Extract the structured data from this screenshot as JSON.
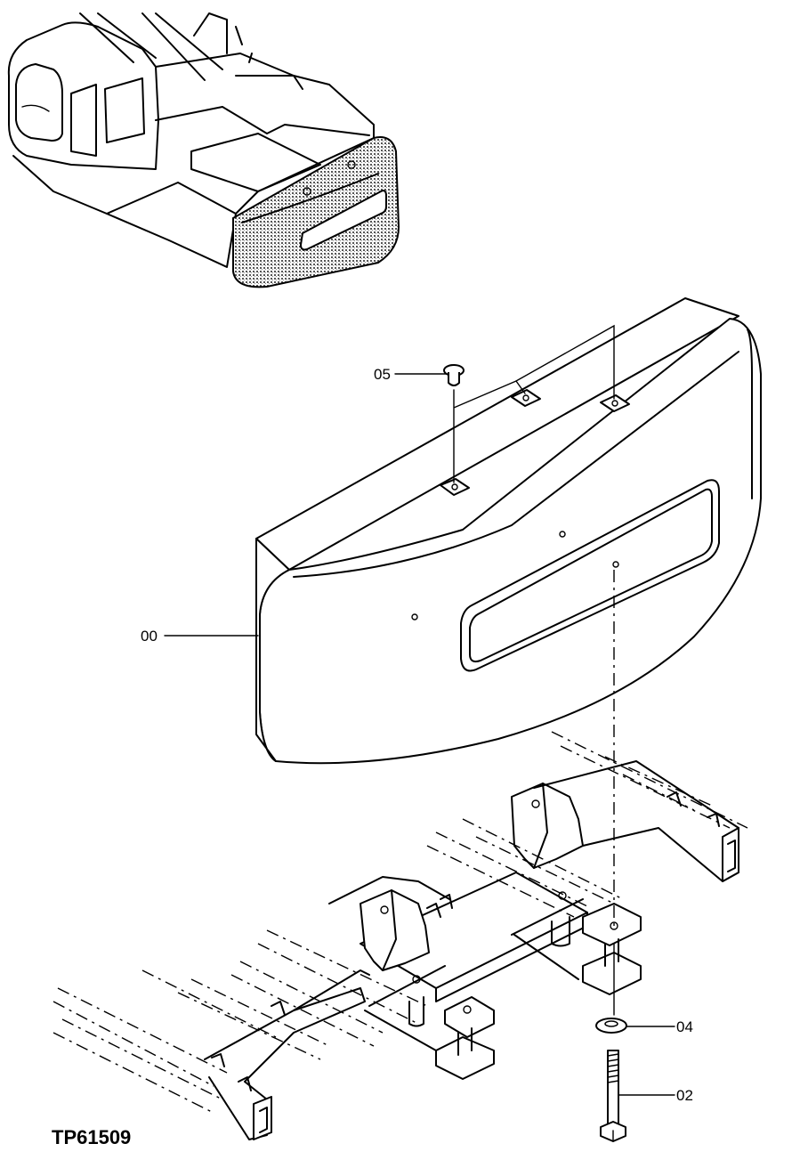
{
  "figure": {
    "id": "TP61509"
  },
  "callouts": {
    "counterweight": "00",
    "plug": "05",
    "washer": "04",
    "bolt": "02"
  },
  "colors": {
    "line": "#000000",
    "background": "#ffffff",
    "stipple": "#9a9a9a"
  }
}
